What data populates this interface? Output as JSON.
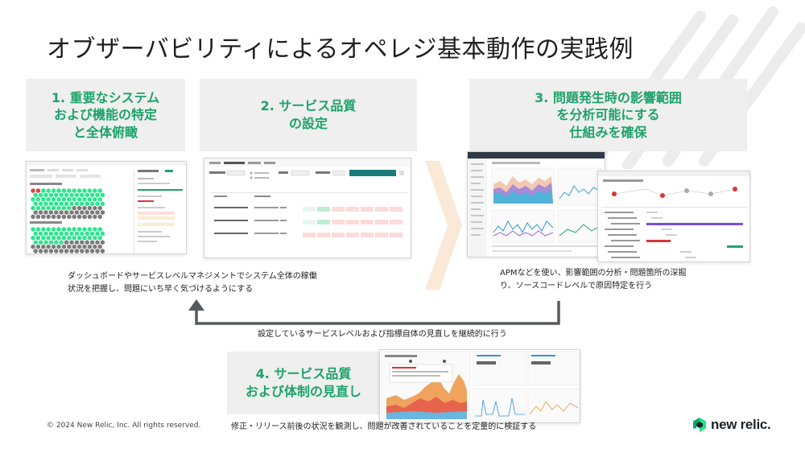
{
  "title": "オブザーバビリティによるオペレジ基本動作の実践例",
  "steps": {
    "step1": "1.  重要なシステム\nおよび機能の特定\nと全体俯瞰",
    "step2": "2. サービス品質\nの設定",
    "step3": "3. 問題発生時の影響範囲\nを分析可能にする\n仕組みを確保",
    "step4": "4.  サービス品質\nおよび体制の見直し"
  },
  "descriptions": {
    "desc1": "ダッシュボードやサービスレベルマネジメントでシステム全体の稼働\n状況を把握し、問題にいち早く気づけるようにする",
    "desc3": "APMなどを使い、影響範囲の分析・問題箇所の深掘\nり、ソースコードレベルで原因特定を行う",
    "loop": "設定しているサービスレベルおよび指標自体の見直しを継続的に行う",
    "desc4": "修正・リリース前後の状況を観測し、問題が改善されていることを定量的に検証する"
  },
  "footer": {
    "copyright": "© 2024 New Relic, Inc. All rights reserved.",
    "logo_text": "new relic."
  },
  "colors": {
    "accent": "#1ca36a",
    "arrow": "#555a5f",
    "box": "#efefef",
    "chevron": "#fbe9d8"
  }
}
